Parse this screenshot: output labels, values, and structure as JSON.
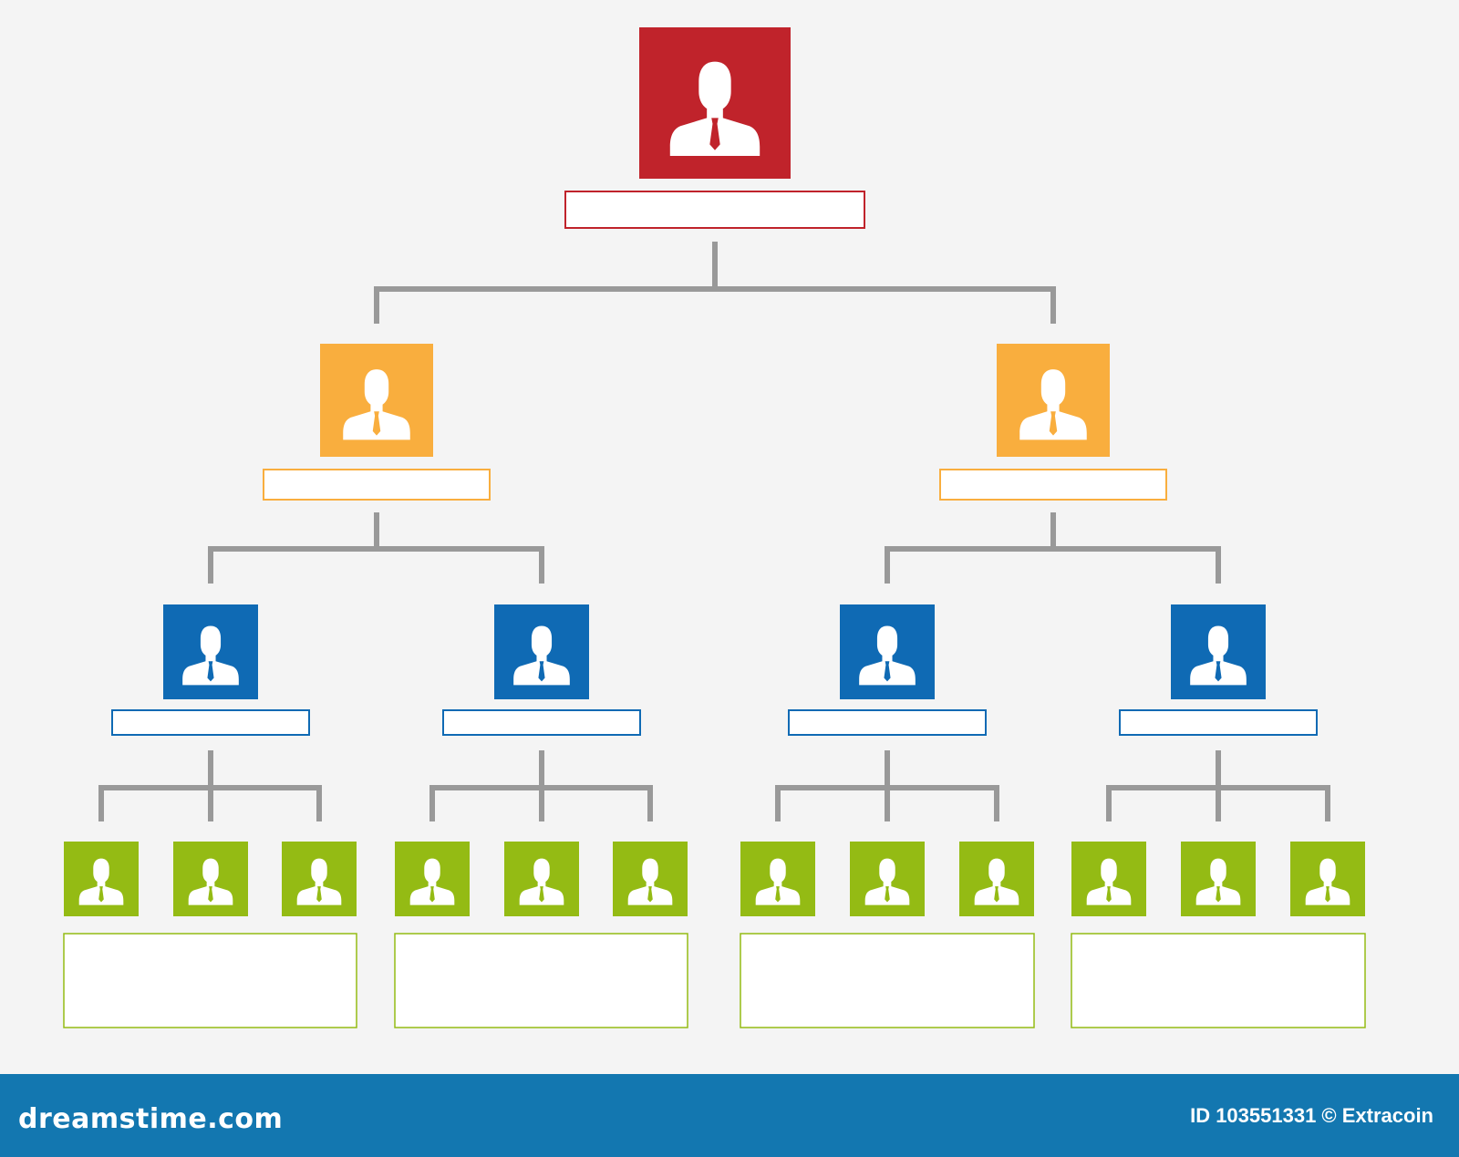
{
  "colors": {
    "background": "#f4f4f4",
    "connector": "#999999",
    "level1": "#c0232b",
    "level2": "#f9ae3e",
    "level3": "#0f6ab4",
    "level4": "#94bb14",
    "footer": "#1377b0"
  },
  "icon": "person-in-suit-icon",
  "org_tree": {
    "level": 1,
    "children": [
      {
        "level": 2,
        "children": [
          {
            "level": 3,
            "children": [
              {
                "level": 4
              },
              {
                "level": 4
              },
              {
                "level": 4
              }
            ]
          },
          {
            "level": 3,
            "children": [
              {
                "level": 4
              },
              {
                "level": 4
              },
              {
                "level": 4
              }
            ]
          }
        ]
      },
      {
        "level": 2,
        "children": [
          {
            "level": 3,
            "children": [
              {
                "level": 4
              },
              {
                "level": 4
              },
              {
                "level": 4
              }
            ]
          },
          {
            "level": 3,
            "children": [
              {
                "level": 4
              },
              {
                "level": 4
              },
              {
                "level": 4
              }
            ]
          }
        ]
      }
    ]
  },
  "footer": {
    "brand": "dreamstime.com",
    "credit": "ID 103551331 © Extracoin"
  }
}
